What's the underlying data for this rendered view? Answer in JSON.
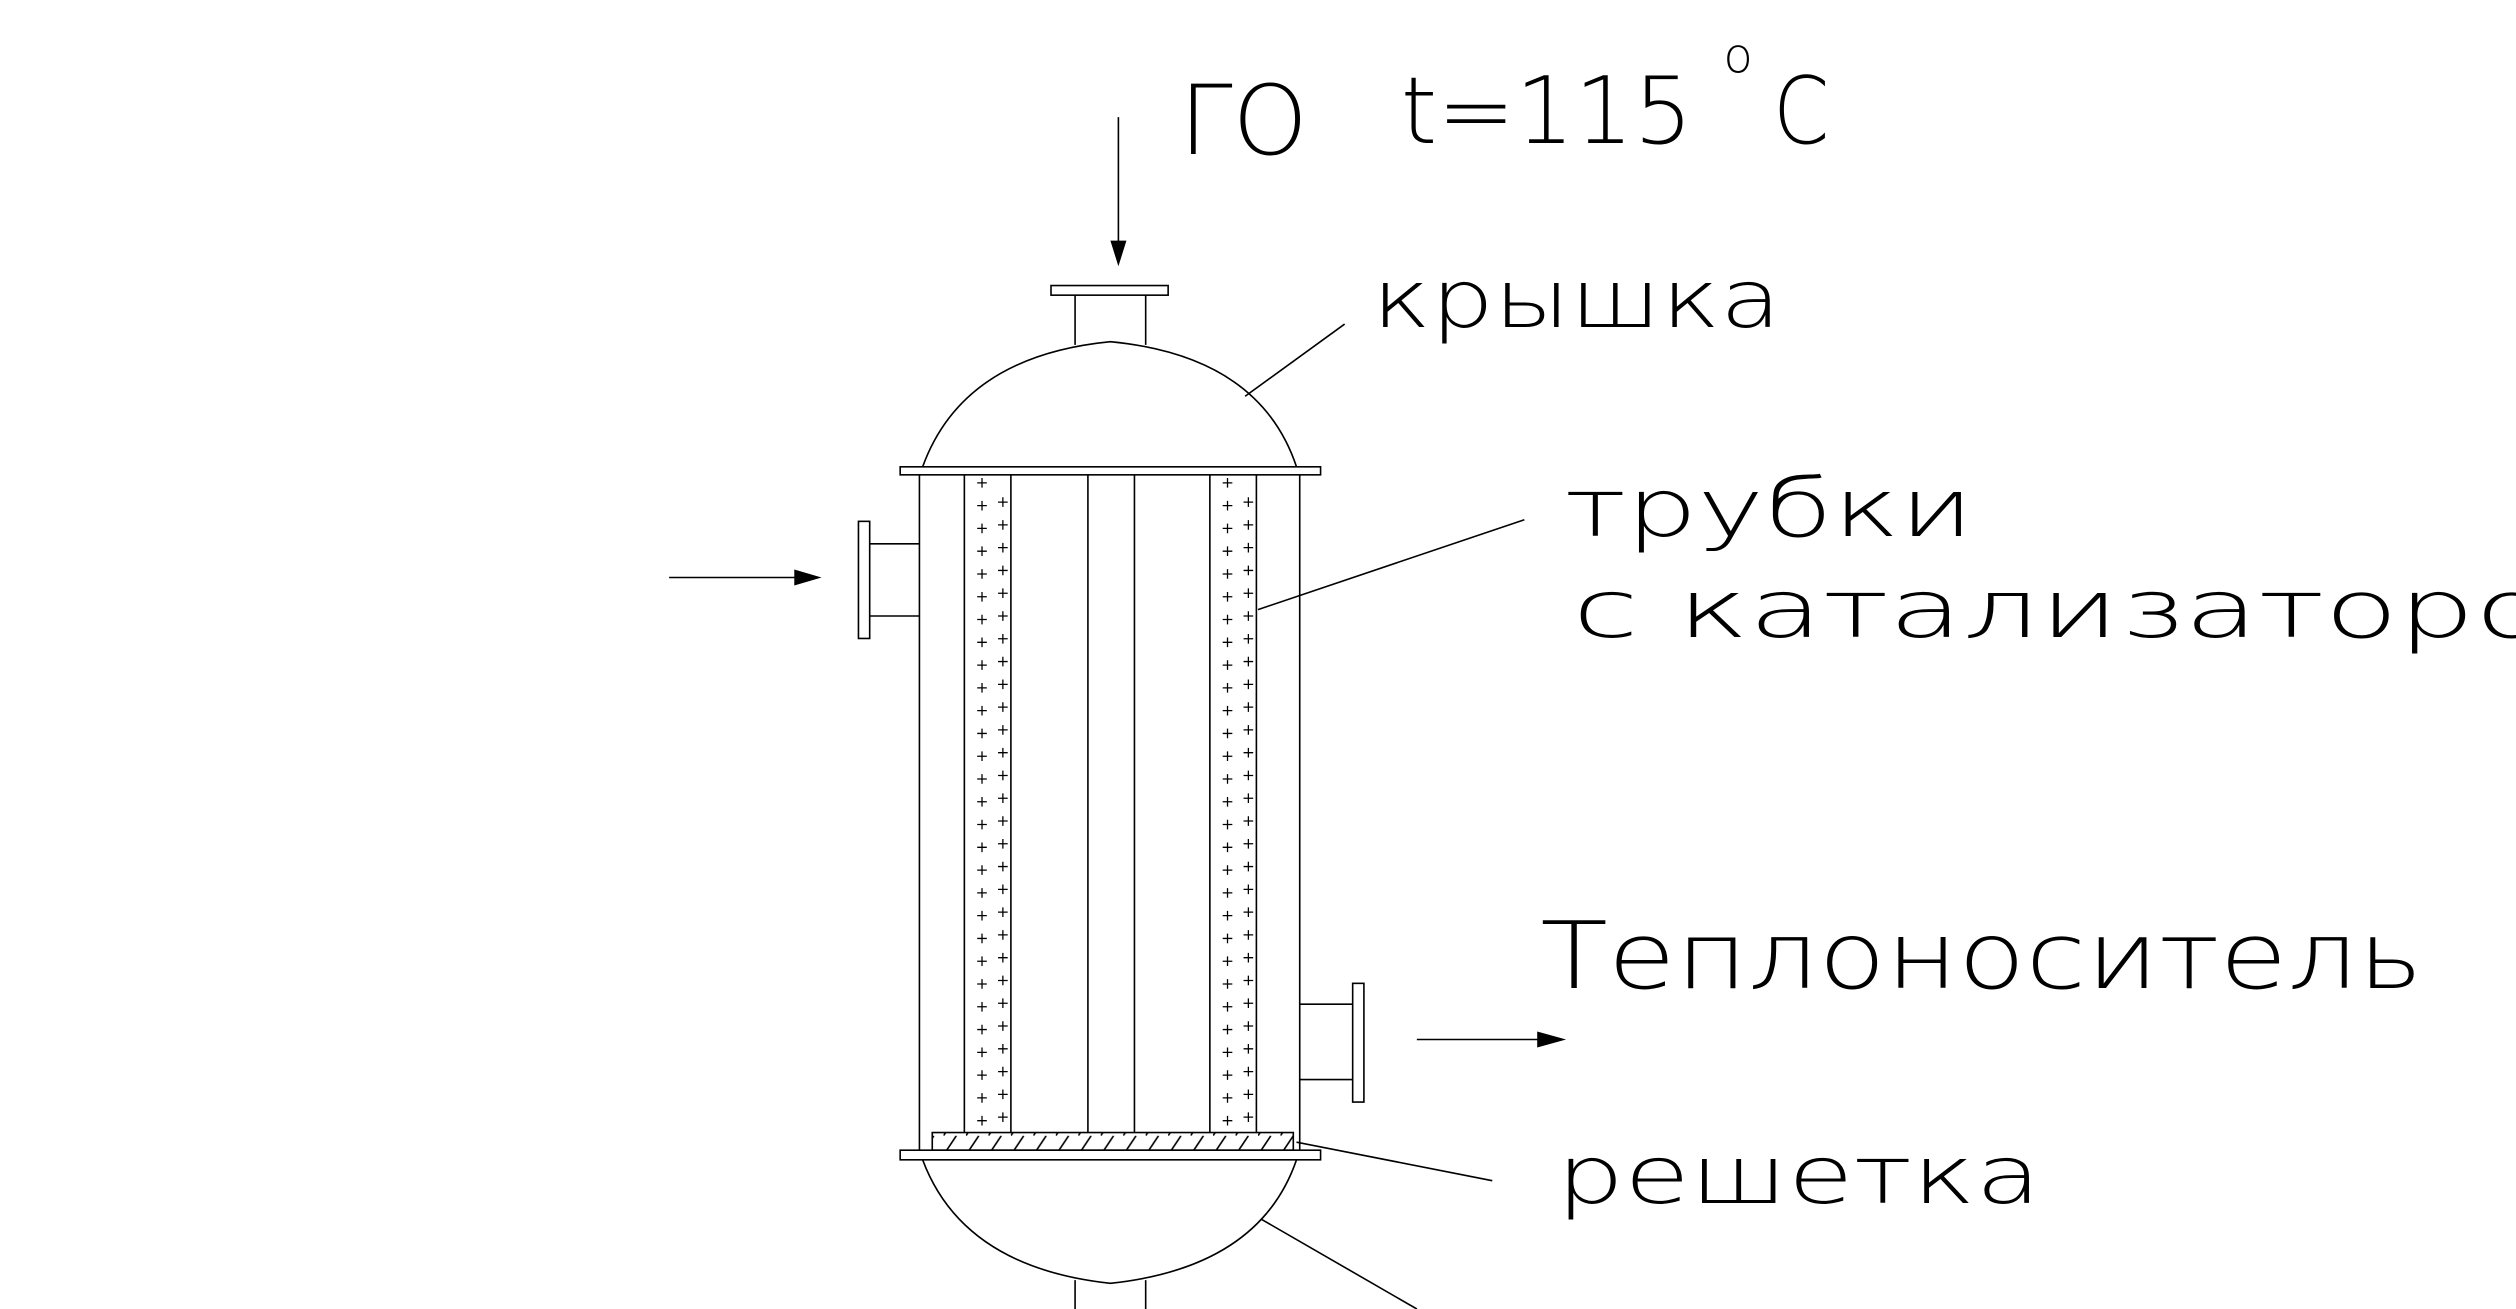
{
  "labels": {
    "inlet_gas": "ГО",
    "inlet_temp": "t=115",
    "temp_degree": "o",
    "temp_unit": "C",
    "cover": "крышка",
    "tubes_line1": "трубки",
    "tubes_line2": "с катализатором",
    "coolant": "Теплоноситель",
    "grid": "решетка"
  },
  "colors": {
    "line": "#000000",
    "background": "#ffffff"
  }
}
